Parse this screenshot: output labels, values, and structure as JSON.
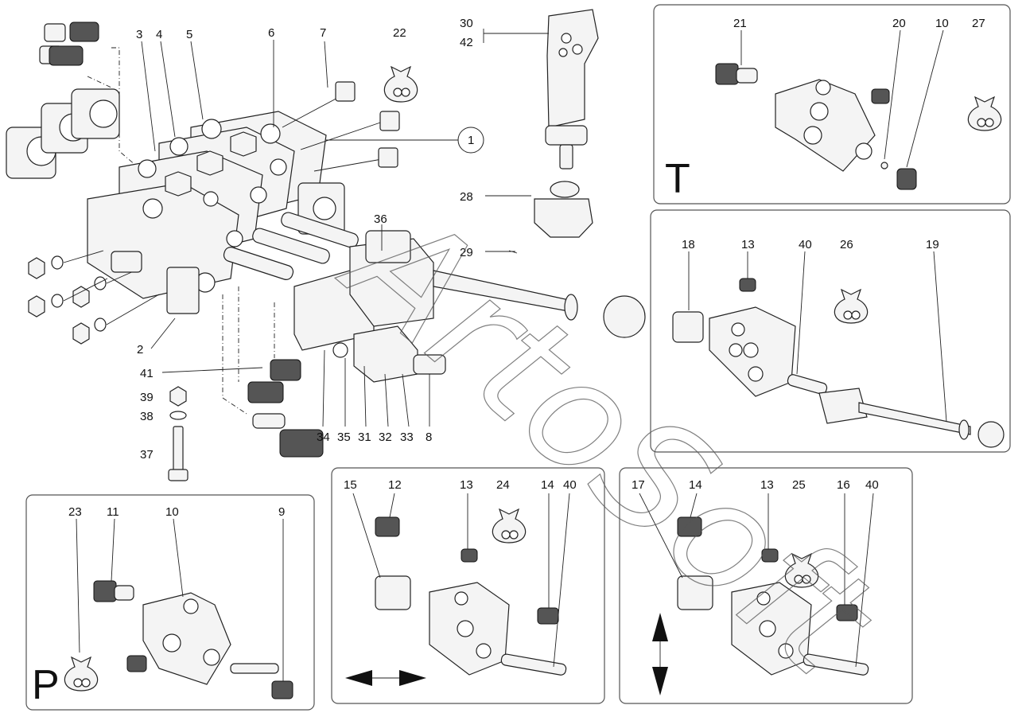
{
  "labels": {
    "n1": "1",
    "n2": "2",
    "n3": "3",
    "n4": "4",
    "n5": "5",
    "n6": "6",
    "n7": "7",
    "n8": "8",
    "n22": "22",
    "n30": "30",
    "n42": "42",
    "n28": "28",
    "n29": "29",
    "n36": "36",
    "n41": "41",
    "n39": "39",
    "n38": "38",
    "n37": "37",
    "n34": "34",
    "n35": "35",
    "n31": "31",
    "n32": "32",
    "n33": "33"
  },
  "panel_t": {
    "letter": "T",
    "n21": "21",
    "n20": "20",
    "n10": "10",
    "n27": "27"
  },
  "panel_lever": {
    "n18": "18",
    "n13": "13",
    "n40": "40",
    "n26": "26",
    "n19": "19"
  },
  "panel_p": {
    "letter": "P",
    "n23": "23",
    "n11": "11",
    "n10": "10",
    "n9": "9"
  },
  "panel_h": {
    "n15": "15",
    "n12": "12",
    "n13": "13",
    "n24": "24",
    "n14": "14",
    "n40": "40"
  },
  "panel_v": {
    "n17": "17",
    "n14": "14",
    "n13": "13",
    "n25": "25",
    "n16": "16",
    "n40": "40"
  },
  "watermark": "ArtoSoft"
}
